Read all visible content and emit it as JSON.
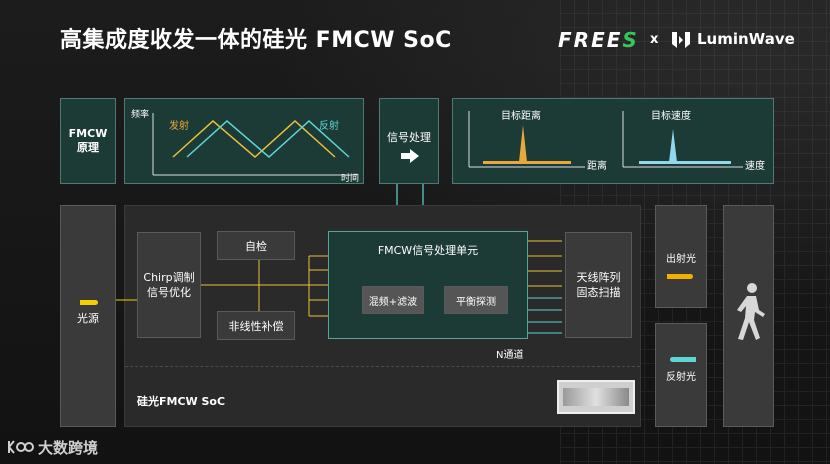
{
  "header": {
    "title": "高集成度收发一体的硅光 FMCW SoC",
    "brand_frees": "FREES",
    "brand_x": "x",
    "brand_lumin": "LuminWave"
  },
  "principle": {
    "label": "FMCW\n原理",
    "y_axis": "频率",
    "x_axis": "时间",
    "tx": "发射",
    "rx": "反射"
  },
  "signal_processing": "信号处理",
  "results": {
    "distance_title": "目标距离",
    "distance_axis": "距离",
    "speed_title": "目标速度",
    "speed_axis": "速度"
  },
  "light_source": "光源",
  "soc": {
    "label": "硅光FMCW SoC",
    "chirp": "Chirp调制\n信号优化",
    "self_check": "自检",
    "nonlinear": "非线性补偿",
    "unit_title": "FMCW信号处理单元",
    "mix_filter": "混频+滤波",
    "balance": "平衡探测",
    "n_channel": "N通道",
    "antenna": "天线阵列\n固态扫描"
  },
  "out_light": "出射光",
  "reflect_light": "反射光",
  "watermark": "大数跨境",
  "colors": {
    "teal_box": "#1c3a36",
    "orange": "#e8a83a",
    "cyan": "#5fd6d6",
    "yellow": "#f2d000"
  }
}
